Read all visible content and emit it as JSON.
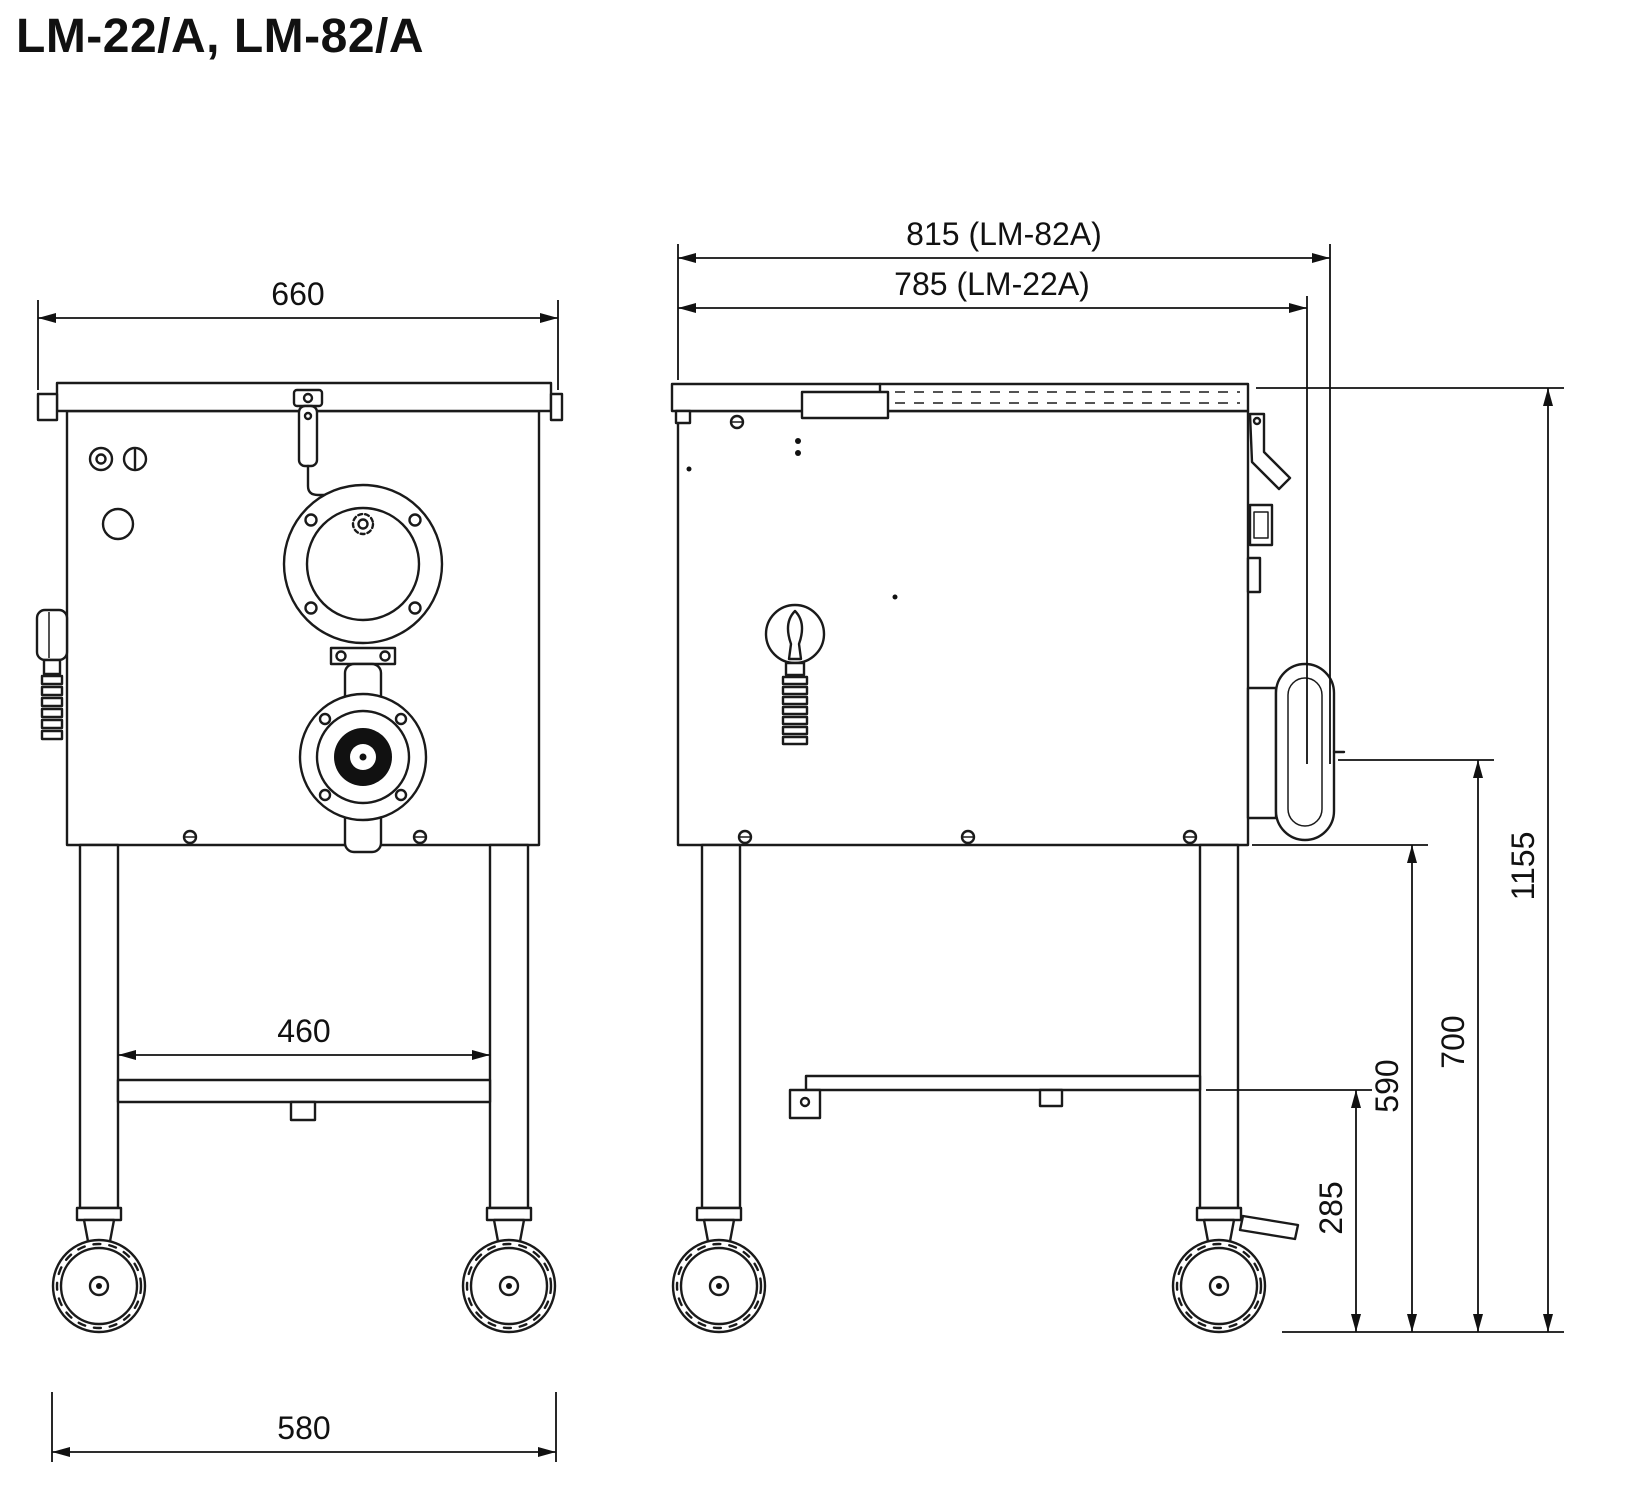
{
  "title": "LM-22/A, LM-82/A",
  "front_view": {
    "top_width": "660",
    "leg_span": "460",
    "base_width": "580"
  },
  "side_view": {
    "overall_width_lm82a": "815 (LM-82A)",
    "overall_width_lm22a": "785 (LM-22A)",
    "total_height": "1155",
    "outlet_height": "700",
    "underbody_height": "590",
    "crossbar_height": "285"
  }
}
